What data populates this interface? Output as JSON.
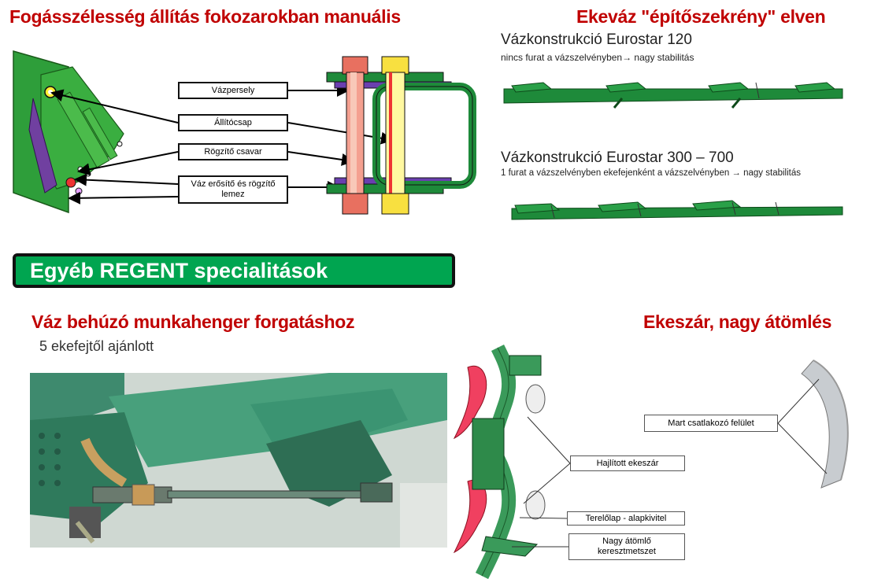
{
  "titles": {
    "top_left": "Fogásszélesség állítás fokozarokban manuális",
    "top_right": "Ekeváz \"építőszekrény\" elven",
    "banner": "Egyéb REGENT specialitások",
    "bottom_left": "Váz behúzó munkahenger forgatáshoz",
    "bottom_left_sub": "5 ekefejtől ajánlott",
    "bottom_right": "Ekeszár, nagy átömlés"
  },
  "adjustment_labels": [
    "Vázpersely",
    "Állítócsap",
    "Rögzítő csavar",
    "Váz erősítő és rögzítő lemez"
  ],
  "frames": [
    {
      "title": "Vázkonstrukció Eurostar 120",
      "note": "nincs furat a vázszelvényben→ nagy stabilitás"
    },
    {
      "title": "Vázkonstrukció Eurostar 300 – 700",
      "note": "1 furat a vázszelvényben ekefejenként a vázszelvényben → nagy stabilitás"
    }
  ],
  "plough_labels": [
    "Hajlított ekeszár",
    "Terelőlap - alapkivitel",
    "Nagy átömlő keresztmetszet"
  ],
  "part_label": "Mart csatlakozó felület",
  "colors": {
    "title_red": "#c00000",
    "banner_green": "#00a550",
    "frame_green": "#1e8a3a"
  }
}
